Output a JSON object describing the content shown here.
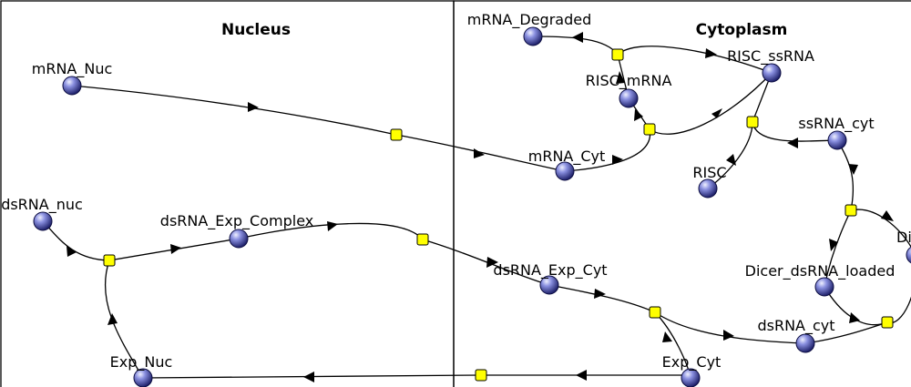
{
  "compartments": {
    "nucleus": "Nucleus",
    "cytoplasm": "Cytoplasm"
  },
  "species": {
    "mrna_nuc": "mRNA_Nuc",
    "mrna_degraded": "mRNA_Degraded",
    "risc_ssrna": "RISC_ssRNA",
    "risc_mrna": "RISC_mRNA",
    "mrna_cyt": "mRNA_Cyt",
    "ssrna_cyt": "ssRNA_cyt",
    "risc": "RISC",
    "dsrna_nuc": "dsRNA_nuc",
    "dsrna_exp_complex": "dsRNA_Exp_Complex",
    "dsrna_exp_cyt": "dsRNA_Exp_Cyt",
    "dicer": "Di",
    "dicer_dsrna_loaded": "Dicer_dsRNA_loaded",
    "dsrna_cyt": "dsRNA_cyt",
    "exp_nuc": "Exp_Nuc",
    "exp_cyt": "Exp_Cyt"
  },
  "colors": {
    "node_fill": "#2b2f8f",
    "node_highlight": "#e4e6ff",
    "reaction_fill": "#ffff00",
    "line": "#000000"
  }
}
